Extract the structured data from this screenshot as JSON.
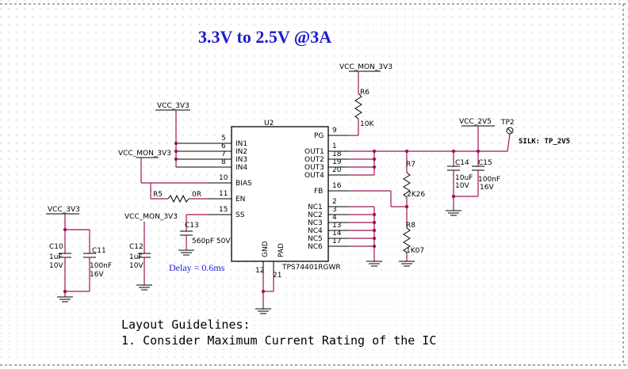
{
  "title": "3.3V to 2.5V @3A",
  "ic": {
    "ref": "U2",
    "part": "TPS74401RGWR",
    "left_pins": [
      {
        "name": "IN1",
        "num": "5"
      },
      {
        "name": "IN2",
        "num": "6"
      },
      {
        "name": "IN3",
        "num": "7"
      },
      {
        "name": "IN4",
        "num": "8"
      },
      {
        "name": "BIAS",
        "num": "10"
      },
      {
        "name": "EN",
        "num": "11"
      },
      {
        "name": "SS",
        "num": "15"
      }
    ],
    "right_pins": [
      {
        "name": "PG",
        "num": "9"
      },
      {
        "name": "OUT1",
        "num": "18"
      },
      {
        "name": "OUT2",
        "num": "19"
      },
      {
        "name": "OUT3",
        "num": "20"
      },
      {
        "name": "OUT4",
        "num": "1"
      },
      {
        "name": "FB",
        "num": "16"
      },
      {
        "name": "NC1",
        "num": "2"
      },
      {
        "name": "NC2",
        "num": "3"
      },
      {
        "name": "NC3",
        "num": "4"
      },
      {
        "name": "NC4",
        "num": "13"
      },
      {
        "name": "NC5",
        "num": "14"
      },
      {
        "name": "NC6",
        "num": "17"
      }
    ],
    "bottom_pins": [
      {
        "name": "GND",
        "num": "12"
      },
      {
        "name": "PAD",
        "num": "21"
      }
    ]
  },
  "nets": {
    "vcc_3v3_top": "VCC_3V3",
    "vcc_mon_top": "VCC_MON_3V3",
    "vcc_mon_bias": "VCC_MON_3V3",
    "vcc_mon_ss": "VCC_MON_3V3",
    "vcc_2v5": "VCC_2V5",
    "vcc_3v3_left": "VCC_3V3"
  },
  "components": {
    "r6": {
      "ref": "R6",
      "value": "10K"
    },
    "r5": {
      "ref": "R5",
      "value": "0R"
    },
    "r7": {
      "ref": "R7",
      "value": "2K26"
    },
    "r8": {
      "ref": "R8",
      "value": "1K07"
    },
    "c13": {
      "ref": "C13",
      "value": "560pF 50V"
    },
    "c14": {
      "ref": "C14",
      "value1": "10uF",
      "value2": "10V"
    },
    "c15": {
      "ref": "C15",
      "value1": "100nF",
      "value2": "16V"
    },
    "c10": {
      "ref": "C10",
      "value1": "1uF",
      "value2": "10V"
    },
    "c11": {
      "ref": "C11",
      "value1": "100nF",
      "value2": "16V"
    },
    "c12": {
      "ref": "C12",
      "value1": "1uF",
      "value2": "10V"
    },
    "tp2": {
      "ref": "TP2",
      "silk": "SILK: TP_2V5"
    }
  },
  "delay_note": "Delay = 0.6ms",
  "guidelines": {
    "heading": "Layout Guidelines:",
    "item1": "1. Consider Maximum Current Rating of the IC"
  }
}
